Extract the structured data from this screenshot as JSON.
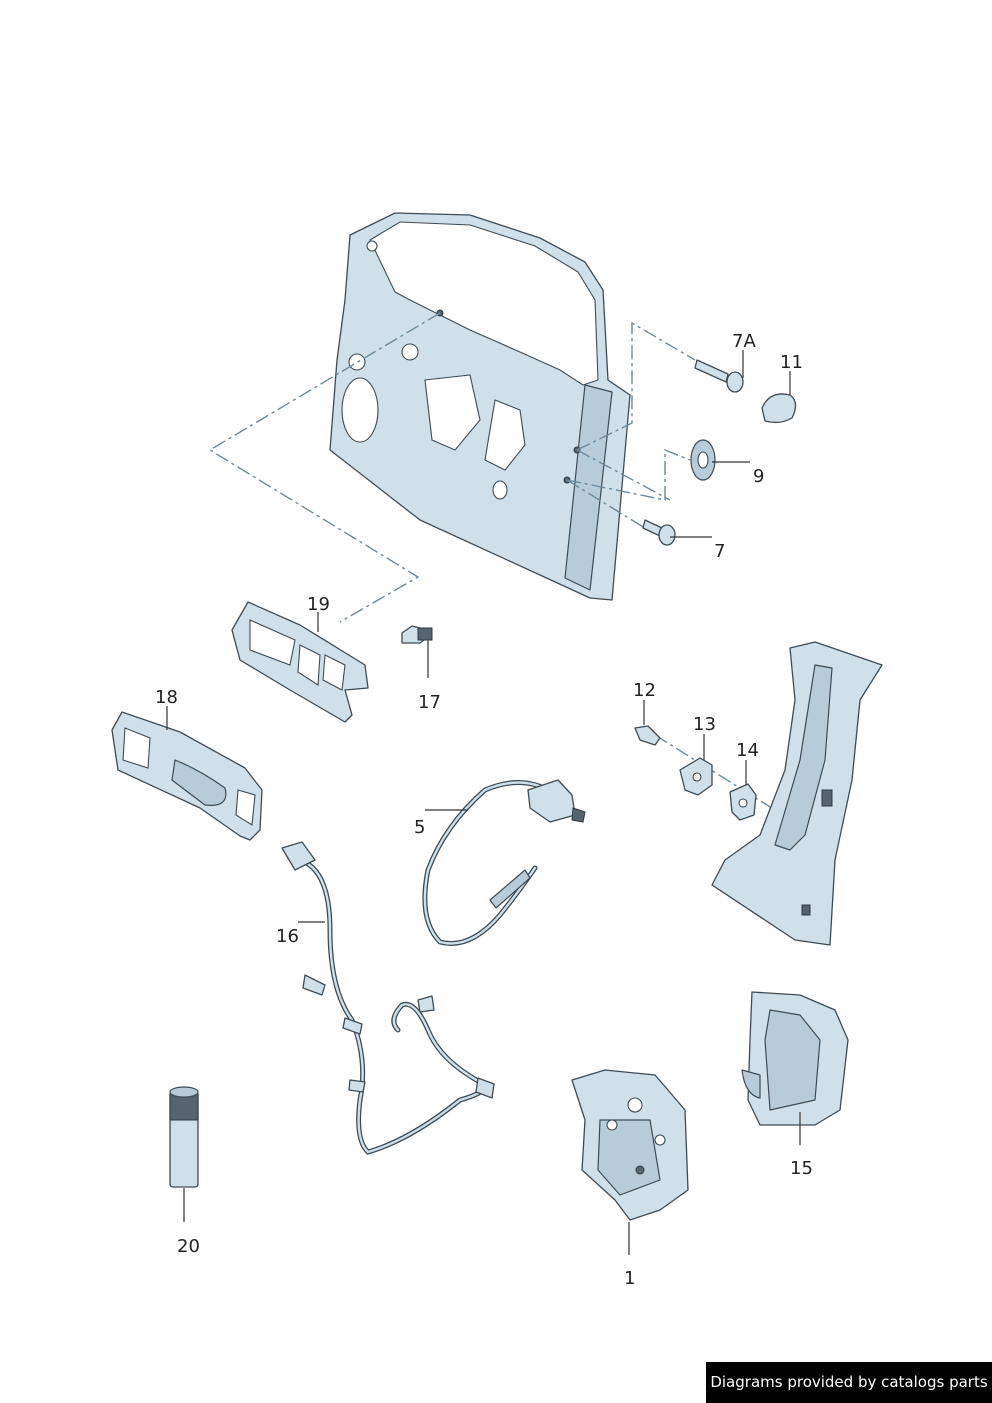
{
  "labels": {
    "p1": "1",
    "p5": "5",
    "p7": "7",
    "p7A": "7A",
    "p9": "9",
    "p11": "11",
    "p12": "12",
    "p13": "13",
    "p14": "14",
    "p15": "15",
    "p16": "16",
    "p17": "17",
    "p18": "18",
    "p19": "19",
    "p20": "20"
  },
  "footer": {
    "text": "Diagrams provided by catalogs parts"
  },
  "colors": {
    "part_fill": "#cfe0ea",
    "outline": "#3e4b55",
    "leader": "#333333",
    "footer_bg": "#000000",
    "footer_text": "#ffffff"
  }
}
